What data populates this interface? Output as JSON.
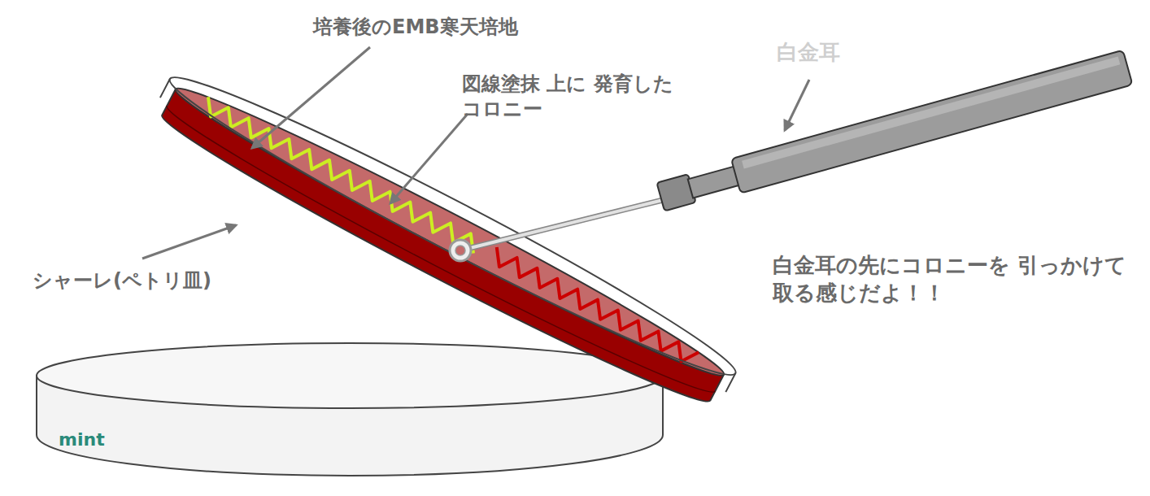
{
  "diagram": {
    "labels": [
      "培養後のEMB寒天培地",
      "図線塗抹 上に 発育したコロニー",
      "白金耳",
      "シャーレ(ペトリ皿)",
      "白金耳の先にコロニーを 引っかけて取る感じだよ！！",
      "mint"
    ]
  }
}
